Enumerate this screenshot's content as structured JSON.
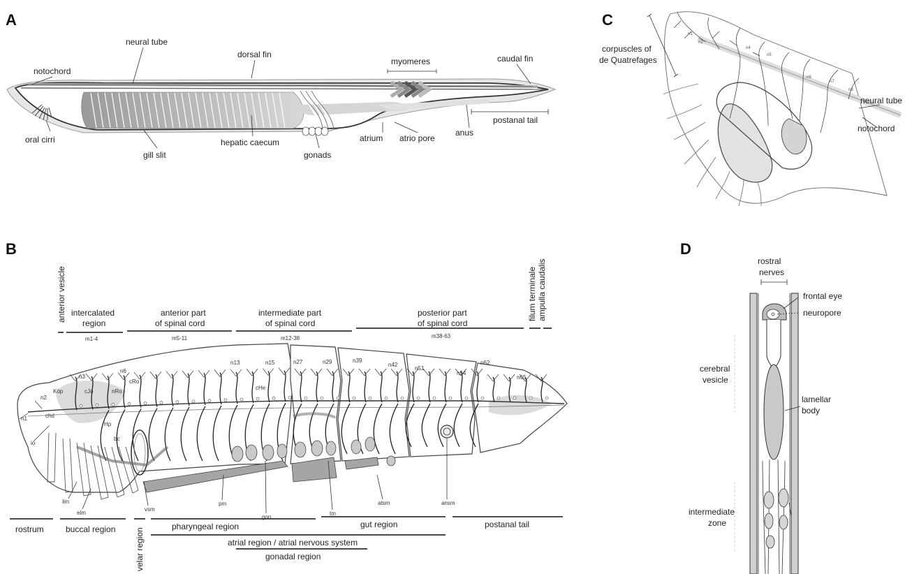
{
  "panels": {
    "a": "A",
    "b": "B",
    "c": "C",
    "d": "D"
  },
  "panel_a": {
    "notochord": "notochord",
    "neural_tube": "neural tube",
    "dorsal_fin": "dorsal fin",
    "myomeres": "myomeres",
    "caudal_fin": "caudal fin",
    "oral_cirri": "oral cirri",
    "gill_slit": "gill slit",
    "hepatic_caecum": "hepatic caecum",
    "gonads": "gonads",
    "atrium": "atrium",
    "atrio_pore": "atrio pore",
    "anus": "anus",
    "postanal_tail": "postanal tail"
  },
  "panel_b": {
    "anterior_vesicle": "anterior vesicle",
    "intercalated_region_1": "intercalated",
    "intercalated_region_2": "region",
    "anterior_part_1": "anterior part",
    "anterior_part_2": "of spinal cord",
    "intermediate_part_1": "intermediate part",
    "intermediate_part_2": "of spinal cord",
    "posterior_part_1": "posterior part",
    "posterior_part_2": "of spinal cord",
    "filum_terminale": "filum terminale",
    "ampulla_caudalis": "ampulla caudalis",
    "m1_4": "m1-4",
    "m5_11": "m5-11",
    "m12_38": "m12-38",
    "m38_63": "m38-63",
    "nerve_labels": {
      "n1": "n1",
      "n2": "n2",
      "n3": "n3",
      "n6": "n6",
      "n13": "n13",
      "n15": "n15",
      "n27": "n27",
      "n29": "n29",
      "n39": "n39",
      "n42": "n42",
      "n51": "n51",
      "n54": "n54",
      "n62": "n62",
      "n65": "n65"
    },
    "small_labels": {
      "kop": "Köp",
      "cjo": "cJo",
      "nro": "nRo",
      "cro": "cRo",
      "che": "cHe",
      "chd": "chd",
      "hp": "Hp",
      "bc": "bc",
      "io": "io",
      "ilm": "ilm",
      "elm": "elm",
      "vsm": "vsm",
      "pm": "pm",
      "gon": "gon",
      "tm": "tm",
      "atsm": "atsm",
      "ansm": "ansm"
    },
    "rostrum": "rostrum",
    "buccal_region": "buccal region",
    "velar_region": "velar region",
    "pharyngeal_region": "pharyngeal region",
    "gut_region": "gut region",
    "postanal_tail": "postanal tail",
    "atrial_region": "atrial region / atrial nervous system",
    "gonadal_region": "gonadal region"
  },
  "panel_c": {
    "corpuscles_1": "corpuscles of",
    "corpuscles_2": "de Quatrefages",
    "neural_tube": "neural tube",
    "notochord": "notochord",
    "nerve_labels": {
      "n1": "n1",
      "n2": "n2",
      "n4": "n4",
      "n5": "n5",
      "n6": "n6",
      "n7": "n7",
      "n8": "n8"
    }
  },
  "panel_d": {
    "rostral_1": "rostral",
    "rostral_2": "nerves",
    "frontal_eye": "frontal eye",
    "neuropore": "neuropore",
    "cerebral_1": "cerebral",
    "cerebral_2": "vesicle",
    "lamellar_1": "lamellar",
    "lamellar_2": "body",
    "intermediate_1": "intermediate",
    "intermediate_2": "zone"
  },
  "colors": {
    "fin_gray": "#e6e6e6",
    "tissue_gray": "#cfcfcf",
    "dark_gray": "#9a9a9a",
    "stroke": "#333333"
  }
}
